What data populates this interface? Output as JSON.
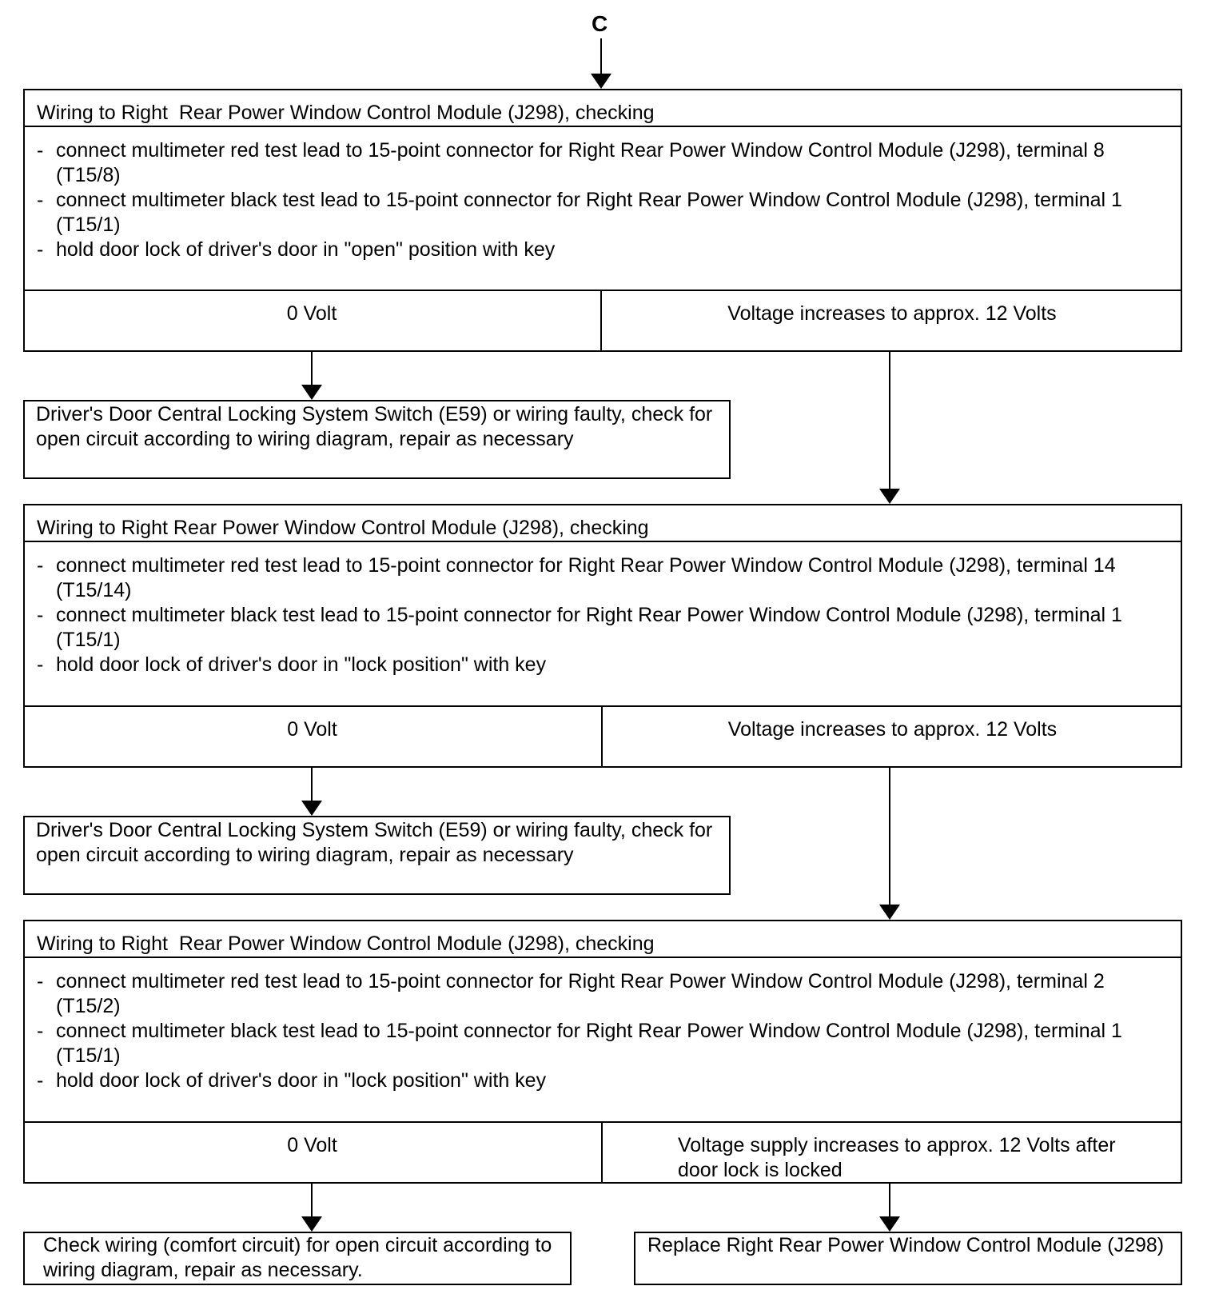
{
  "start_label": "C",
  "checks": [
    {
      "title": "Wiring to Right  Rear Power Window Control Module (J298), checking",
      "steps": [
        "connect multimeter red test lead to 15-point connector for Right Rear Power Window Control Module (J298), terminal 8 (T15/8)",
        "connect multimeter black test lead to 15-point connector for Right Rear Power Window Control Module (J298), terminal 1 (T15/1)",
        "hold door lock of driver's door in \"open\" position with key"
      ],
      "left_result": "0 Volt",
      "right_result": "Voltage increases to approx. 12 Volts"
    },
    {
      "title": "Wiring to Right Rear Power Window Control Module (J298), checking",
      "steps": [
        "connect multimeter red test lead to 15-point connector for Right Rear Power Window Control Module (J298), terminal 14 (T15/14)",
        "connect multimeter black test lead to 15-point connector for Right Rear Power Window Control Module (J298), terminal 1 (T15/1)",
        "hold door lock of driver's door in \"lock position\" with key"
      ],
      "left_result": "0 Volt",
      "right_result": "Voltage increases to approx. 12 Volts"
    },
    {
      "title": "Wiring to Right  Rear Power Window Control Module (J298), checking",
      "steps": [
        "connect multimeter red test lead to 15-point connector for Right Rear Power Window Control Module (J298), terminal 2 (T15/2)",
        "connect multimeter black test lead to 15-point connector for Right Rear Power Window Control Module (J298), terminal 1 (T15/1)",
        "hold door lock of driver's door in \"lock position\" with key"
      ],
      "left_result": "0 Volt",
      "right_result": "Voltage supply increases to approx. 12 Volts after door lock is locked"
    }
  ],
  "outcomes": {
    "switch_fault_1": "Driver's Door Central Locking System Switch (E59) or wiring faulty, check for open circuit according to wiring diagram, repair as necessary",
    "switch_fault_2": "Driver's Door Central Locking System Switch (E59) or wiring faulty, check for open circuit according to wiring diagram, repair as necessary",
    "check_wiring": "Check wiring (comfort circuit) for open circuit according to wiring diagram, repair as necessary.",
    "replace_module": "Replace Right  Rear Power Window Control Module (J298)"
  }
}
